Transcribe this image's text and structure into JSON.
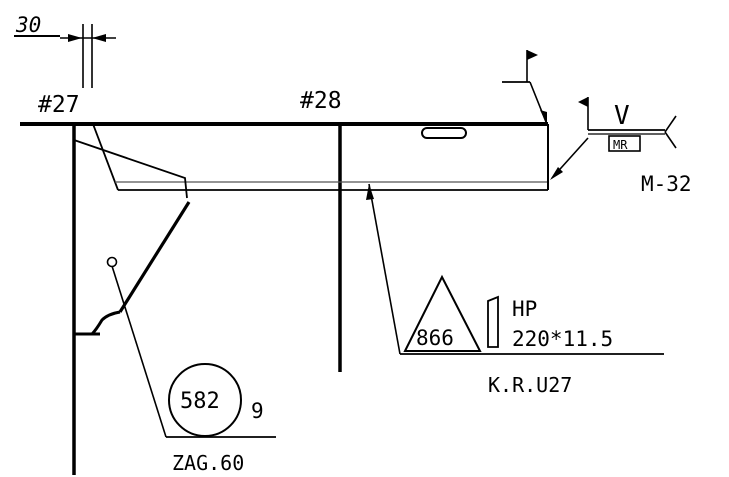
{
  "dimension": {
    "value": "30"
  },
  "frames": {
    "left": "#27",
    "right": "#28"
  },
  "weld_symbol": {
    "finish": "V",
    "process_box": "MR",
    "spec": "M-32"
  },
  "profile_callout": {
    "part_number": "866",
    "type": "HP",
    "size": "220*11.5",
    "reference": "K.R.U27"
  },
  "bracket_callout": {
    "part_number": "582",
    "quantity": "9",
    "reference": "ZAG.60"
  },
  "colors": {
    "ink": "#000000",
    "paper": "#ffffff",
    "light_line": "#8a8a8a"
  }
}
